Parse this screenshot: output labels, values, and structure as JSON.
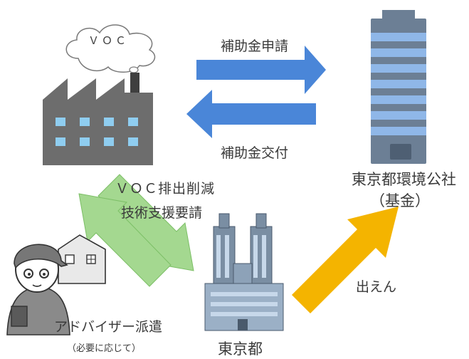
{
  "cloud_text": "ＶＯＣ",
  "arrow_apply_label": "補助金申請",
  "arrow_grant_label": "補助金交付",
  "corp_name_line1": "東京都環境公社",
  "corp_name_line2": "（基金）",
  "request_line1": "ＶＯＣ排出削減",
  "request_line2": "技術支援要請",
  "advisor_label": "アドバイザー派遣",
  "advisor_note": "（必要に応じて）",
  "funding_label": "出えん",
  "tokyo_label": "東京都",
  "colors": {
    "blue_arrow": "#4a86d8",
    "green_arrow": "#9fd68c",
    "yellow_arrow": "#f4b400",
    "factory": "#6d6d6d",
    "window": "#8fcdf0",
    "building_dark": "#6c7f95",
    "building_light": "#8fb7e8"
  }
}
